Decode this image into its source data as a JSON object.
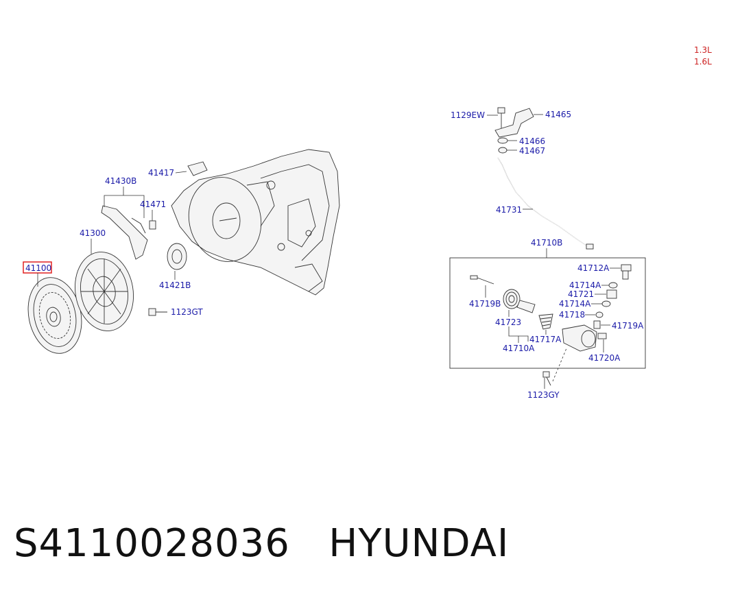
{
  "engine_variants": [
    "1.3L",
    "1.6L"
  ],
  "parts": {
    "p41100": "41100",
    "p41300": "41300",
    "p41430B": "41430B",
    "p41471": "41471",
    "p41417": "41417",
    "p41421B": "41421B",
    "p1123GT": "1123GT",
    "p1129EW": "1129EW",
    "p41465": "41465",
    "p41466": "41466",
    "p41467": "41467",
    "p41731": "41731",
    "p41710B": "41710B",
    "p41712A": "41712A",
    "p41714A_1": "41714A",
    "p41721": "41721",
    "p41714A_2": "41714A",
    "p41718": "41718",
    "p41719A": "41719A",
    "p41719B": "41719B",
    "p41723": "41723",
    "p41717A": "41717A",
    "p41710A": "41710A",
    "p41720A": "41720A",
    "p1123GY": "1123GY"
  },
  "footer": {
    "part_number": "S4110028036",
    "brand": "HYUNDAI"
  },
  "colors": {
    "label": "#1a1aa8",
    "variant": "#cc1f1f",
    "highlight_box": "#e02020",
    "line": "#333333"
  }
}
